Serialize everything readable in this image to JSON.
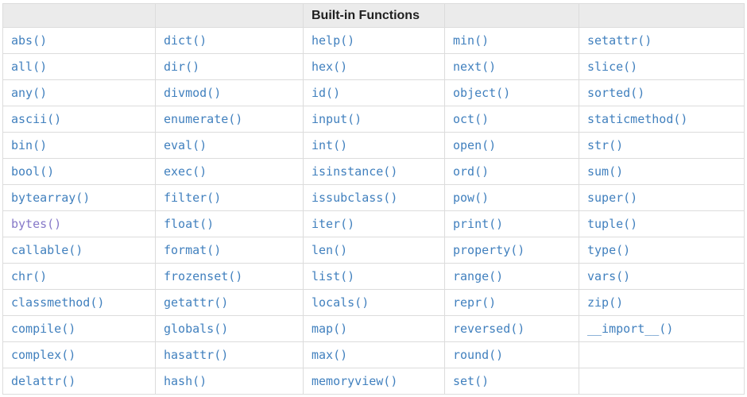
{
  "table": {
    "title": "Built-in Functions",
    "header": [
      "",
      "",
      "Built-in Functions",
      "",
      ""
    ],
    "rows": [
      [
        "abs()",
        "dict()",
        "help()",
        "min()",
        "setattr()"
      ],
      [
        "all()",
        "dir()",
        "hex()",
        "next()",
        "slice()"
      ],
      [
        "any()",
        "divmod()",
        "id()",
        "object()",
        "sorted()"
      ],
      [
        "ascii()",
        "enumerate()",
        "input()",
        "oct()",
        "staticmethod()"
      ],
      [
        "bin()",
        "eval()",
        "int()",
        "open()",
        "str()"
      ],
      [
        "bool()",
        "exec()",
        "isinstance()",
        "ord()",
        "sum()"
      ],
      [
        "bytearray()",
        "filter()",
        "issubclass()",
        "pow()",
        "super()"
      ],
      [
        "bytes()",
        "float()",
        "iter()",
        "print()",
        "tuple()"
      ],
      [
        "callable()",
        "format()",
        "len()",
        "property()",
        "type()"
      ],
      [
        "chr()",
        "frozenset()",
        "list()",
        "range()",
        "vars()"
      ],
      [
        "classmethod()",
        "getattr()",
        "locals()",
        "repr()",
        "zip()"
      ],
      [
        "compile()",
        "globals()",
        "map()",
        "reversed()",
        "__import__()"
      ],
      [
        "complex()",
        "hasattr()",
        "max()",
        "round()",
        ""
      ],
      [
        "delattr()",
        "hash()",
        "memoryview()",
        "set()",
        ""
      ]
    ],
    "visited_links": [
      "bytes()"
    ]
  },
  "colors": {
    "link": "#4180be",
    "visited_link": "#8678c8",
    "header_background": "#ebebeb",
    "cell_border": "#dcdcdc"
  }
}
